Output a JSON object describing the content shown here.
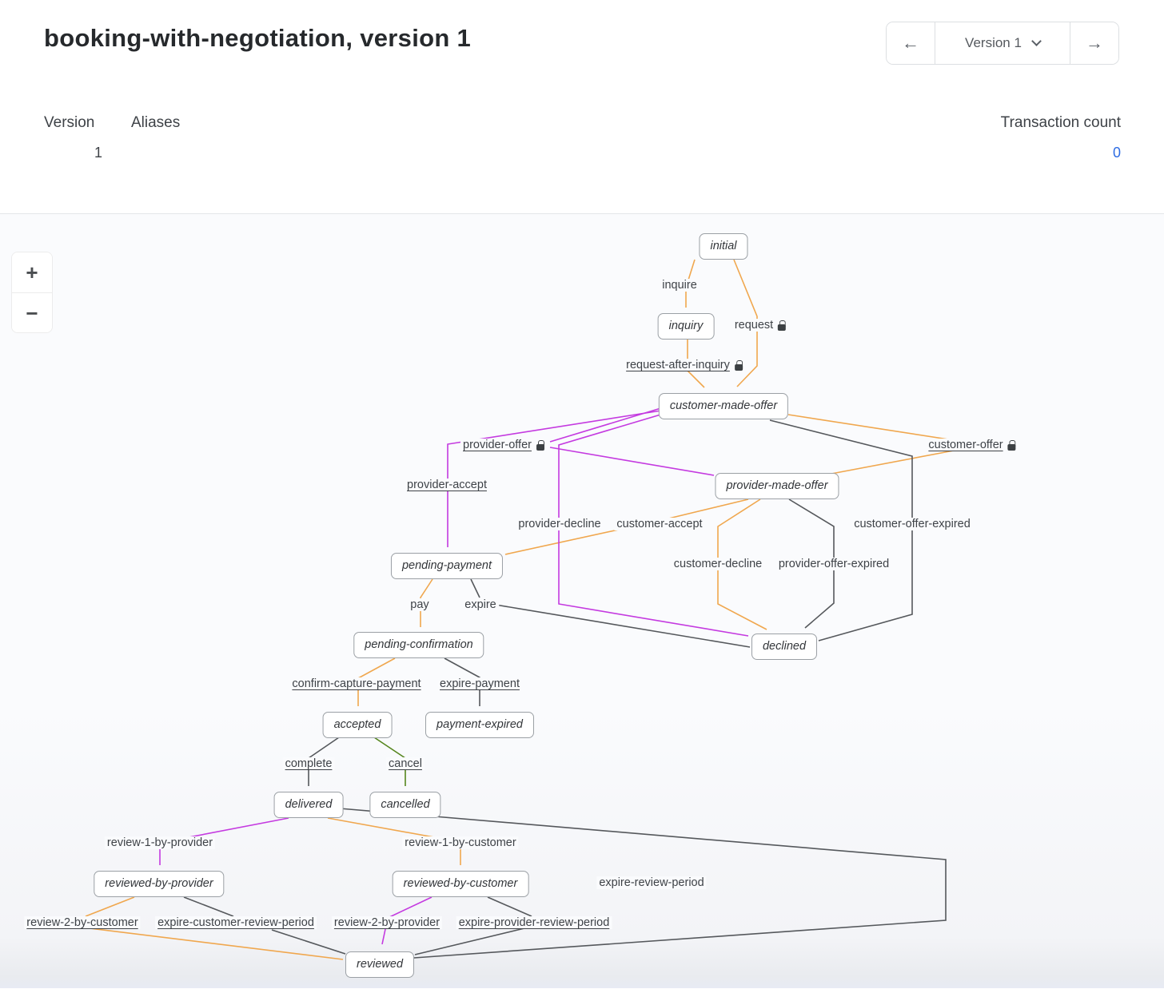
{
  "header": {
    "title": "booking-with-negotiation, version 1",
    "version_nav": {
      "prev_icon": "←",
      "selected_version": "Version 1",
      "next_icon": "→"
    }
  },
  "summary": {
    "columns": {
      "version": "Version",
      "aliases": "Aliases",
      "transaction_count": "Transaction count"
    },
    "values": {
      "version": "1",
      "aliases": "",
      "transaction_count": "0"
    }
  },
  "diagram": {
    "zoom_controls": {
      "zoom_in": "+",
      "zoom_out": "−"
    },
    "nodes": [
      {
        "id": "initial",
        "label": "initial"
      },
      {
        "id": "inquiry",
        "label": "inquiry"
      },
      {
        "id": "customer-made-offer",
        "label": "customer-made-offer"
      },
      {
        "id": "provider-made-offer",
        "label": "provider-made-offer"
      },
      {
        "id": "pending-payment",
        "label": "pending-payment"
      },
      {
        "id": "pending-confirmation",
        "label": "pending-confirmation"
      },
      {
        "id": "declined",
        "label": "declined"
      },
      {
        "id": "accepted",
        "label": "accepted"
      },
      {
        "id": "payment-expired",
        "label": "payment-expired"
      },
      {
        "id": "delivered",
        "label": "delivered"
      },
      {
        "id": "cancelled",
        "label": "cancelled"
      },
      {
        "id": "reviewed-by-provider",
        "label": "reviewed-by-provider"
      },
      {
        "id": "reviewed-by-customer",
        "label": "reviewed-by-customer"
      },
      {
        "id": "reviewed",
        "label": "reviewed"
      }
    ],
    "transitions": [
      {
        "id": "inquire",
        "label": "inquire",
        "locked": false,
        "underlined": false,
        "color": "orange"
      },
      {
        "id": "request",
        "label": "request",
        "locked": true,
        "underlined": false,
        "color": "orange"
      },
      {
        "id": "request-after-inquiry",
        "label": "request-after-inquiry",
        "locked": true,
        "underlined": true,
        "color": "orange"
      },
      {
        "id": "provider-offer",
        "label": "provider-offer",
        "locked": true,
        "underlined": true,
        "color": "purple"
      },
      {
        "id": "customer-offer",
        "label": "customer-offer",
        "locked": true,
        "underlined": true,
        "color": "orange"
      },
      {
        "id": "provider-accept",
        "label": "provider-accept",
        "locked": false,
        "underlined": true,
        "color": "purple"
      },
      {
        "id": "provider-decline",
        "label": "provider-decline",
        "locked": false,
        "underlined": false,
        "color": "purple"
      },
      {
        "id": "customer-accept",
        "label": "customer-accept",
        "locked": false,
        "underlined": false,
        "color": "orange"
      },
      {
        "id": "customer-offer-expired",
        "label": "customer-offer-expired",
        "locked": false,
        "underlined": false,
        "color": "gray"
      },
      {
        "id": "customer-decline",
        "label": "customer-decline",
        "locked": false,
        "underlined": false,
        "color": "orange"
      },
      {
        "id": "provider-offer-expired",
        "label": "provider-offer-expired",
        "locked": false,
        "underlined": false,
        "color": "gray"
      },
      {
        "id": "pay",
        "label": "pay",
        "locked": false,
        "underlined": false,
        "color": "orange"
      },
      {
        "id": "expire",
        "label": "expire",
        "locked": false,
        "underlined": false,
        "color": "gray"
      },
      {
        "id": "confirm-capture-payment",
        "label": "confirm-capture-payment",
        "locked": false,
        "underlined": true,
        "color": "orange"
      },
      {
        "id": "expire-payment",
        "label": "expire-payment",
        "locked": false,
        "underlined": true,
        "color": "gray"
      },
      {
        "id": "complete",
        "label": "complete",
        "locked": false,
        "underlined": true,
        "color": "gray"
      },
      {
        "id": "cancel",
        "label": "cancel",
        "locked": false,
        "underlined": true,
        "color": "green"
      },
      {
        "id": "review-1-by-provider",
        "label": "review-1-by-provider",
        "locked": false,
        "underlined": false,
        "color": "purple"
      },
      {
        "id": "review-1-by-customer",
        "label": "review-1-by-customer",
        "locked": false,
        "underlined": false,
        "color": "orange"
      },
      {
        "id": "expire-review-period",
        "label": "expire-review-period",
        "locked": false,
        "underlined": false,
        "color": "gray"
      },
      {
        "id": "review-2-by-customer",
        "label": "review-2-by-customer",
        "locked": false,
        "underlined": true,
        "color": "orange"
      },
      {
        "id": "expire-customer-review-period",
        "label": "expire-customer-review-period",
        "locked": false,
        "underlined": true,
        "color": "gray"
      },
      {
        "id": "review-2-by-provider",
        "label": "review-2-by-provider",
        "locked": false,
        "underlined": true,
        "color": "purple"
      },
      {
        "id": "expire-provider-review-period",
        "label": "expire-provider-review-period",
        "locked": false,
        "underlined": true,
        "color": "gray"
      }
    ]
  },
  "colors": {
    "edge_orange": "#f0a74e",
    "edge_purple": "#c43ae0",
    "edge_gray": "#55585c",
    "edge_green": "#55861d",
    "link_blue": "#2e6ce3"
  }
}
